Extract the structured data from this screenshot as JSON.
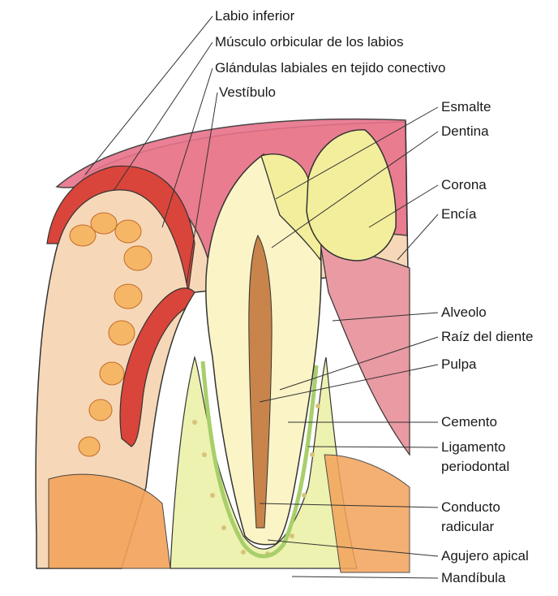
{
  "labels": {
    "labio_inferior": "Labio inferior",
    "musculo_orbicular": "Músculo orbicular de los labios",
    "glandulas_labiales": "Glándulas labiales en tejido conectivo",
    "vestibulo": "Vestíbulo",
    "esmalte": "Esmalte",
    "dentina": "Dentina",
    "corona": "Corona",
    "encia": "Encía",
    "alveolo": "Alveolo",
    "raiz_del_diente": "Raíz del diente",
    "pulpa": "Pulpa",
    "cemento": "Cemento",
    "ligamento_periodontal_1": "Ligamento",
    "ligamento_periodontal_2": "periodontal",
    "conducto_radicular_1": "Conducto",
    "conducto_radicular_2": "radicular",
    "agujero_apical": "Agujero apical",
    "mandibula": "Mandíbula"
  },
  "colors": {
    "lip_pink": "#e8738a",
    "lip_red": "#d9453a",
    "gum_pink": "#e99aa3",
    "tissue_peach": "#f6d8b8",
    "enamel_yellow": "#f2ee9c",
    "dentin_cream": "#fbf4c6",
    "pulp_brown": "#c8844a",
    "bone_yellow": "#eef2b0",
    "gland_orange": "#f5b766",
    "muscle_orange": "#f3a35a",
    "ligament_green": "#a8cf6a",
    "line": "#333333"
  }
}
